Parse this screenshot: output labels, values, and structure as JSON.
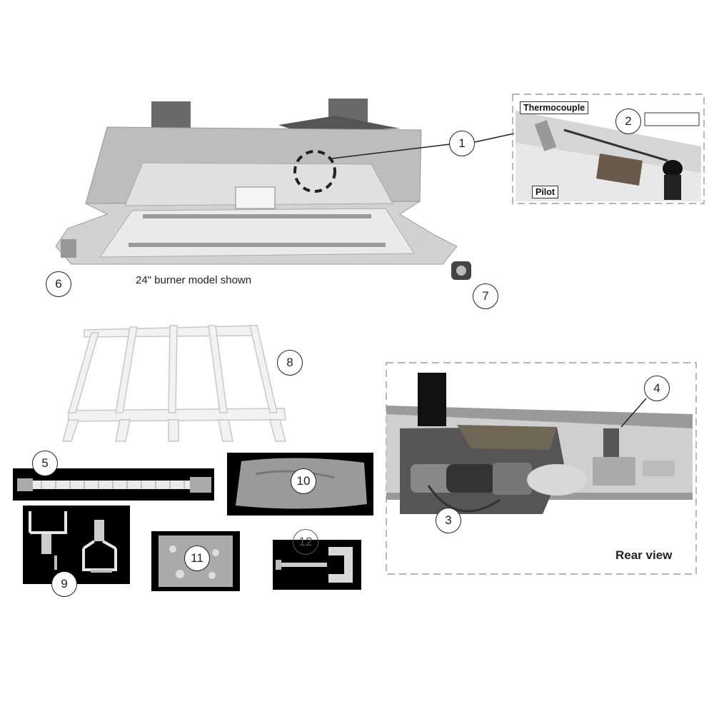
{
  "diagram": {
    "caption": "24\" burner model shown",
    "inset_labels": {
      "thermocouple": "Thermocouple",
      "pilot": "Pilot",
      "rear_view": "Rear view"
    },
    "callouts": [
      "1",
      "2",
      "3",
      "4",
      "5",
      "6",
      "7",
      "8",
      "9",
      "10",
      "11",
      "12"
    ],
    "parts": [
      {
        "id": "burner",
        "icon": "burner-pan-photo"
      },
      {
        "id": "grate",
        "icon": "log-grate-drawing"
      },
      {
        "id": "gas-line",
        "icon": "flex-gas-line-photo"
      },
      {
        "id": "brackets",
        "icon": "mounting-brackets-photo"
      },
      {
        "id": "sand",
        "icon": "sand-bag-photo"
      },
      {
        "id": "embers",
        "icon": "embers-bag-photo"
      },
      {
        "id": "clamp",
        "icon": "clamp-bolt-photo"
      }
    ],
    "colors": {
      "line": "#222222",
      "photo_bg": "#000000",
      "metal": "#c8c8c8"
    }
  }
}
